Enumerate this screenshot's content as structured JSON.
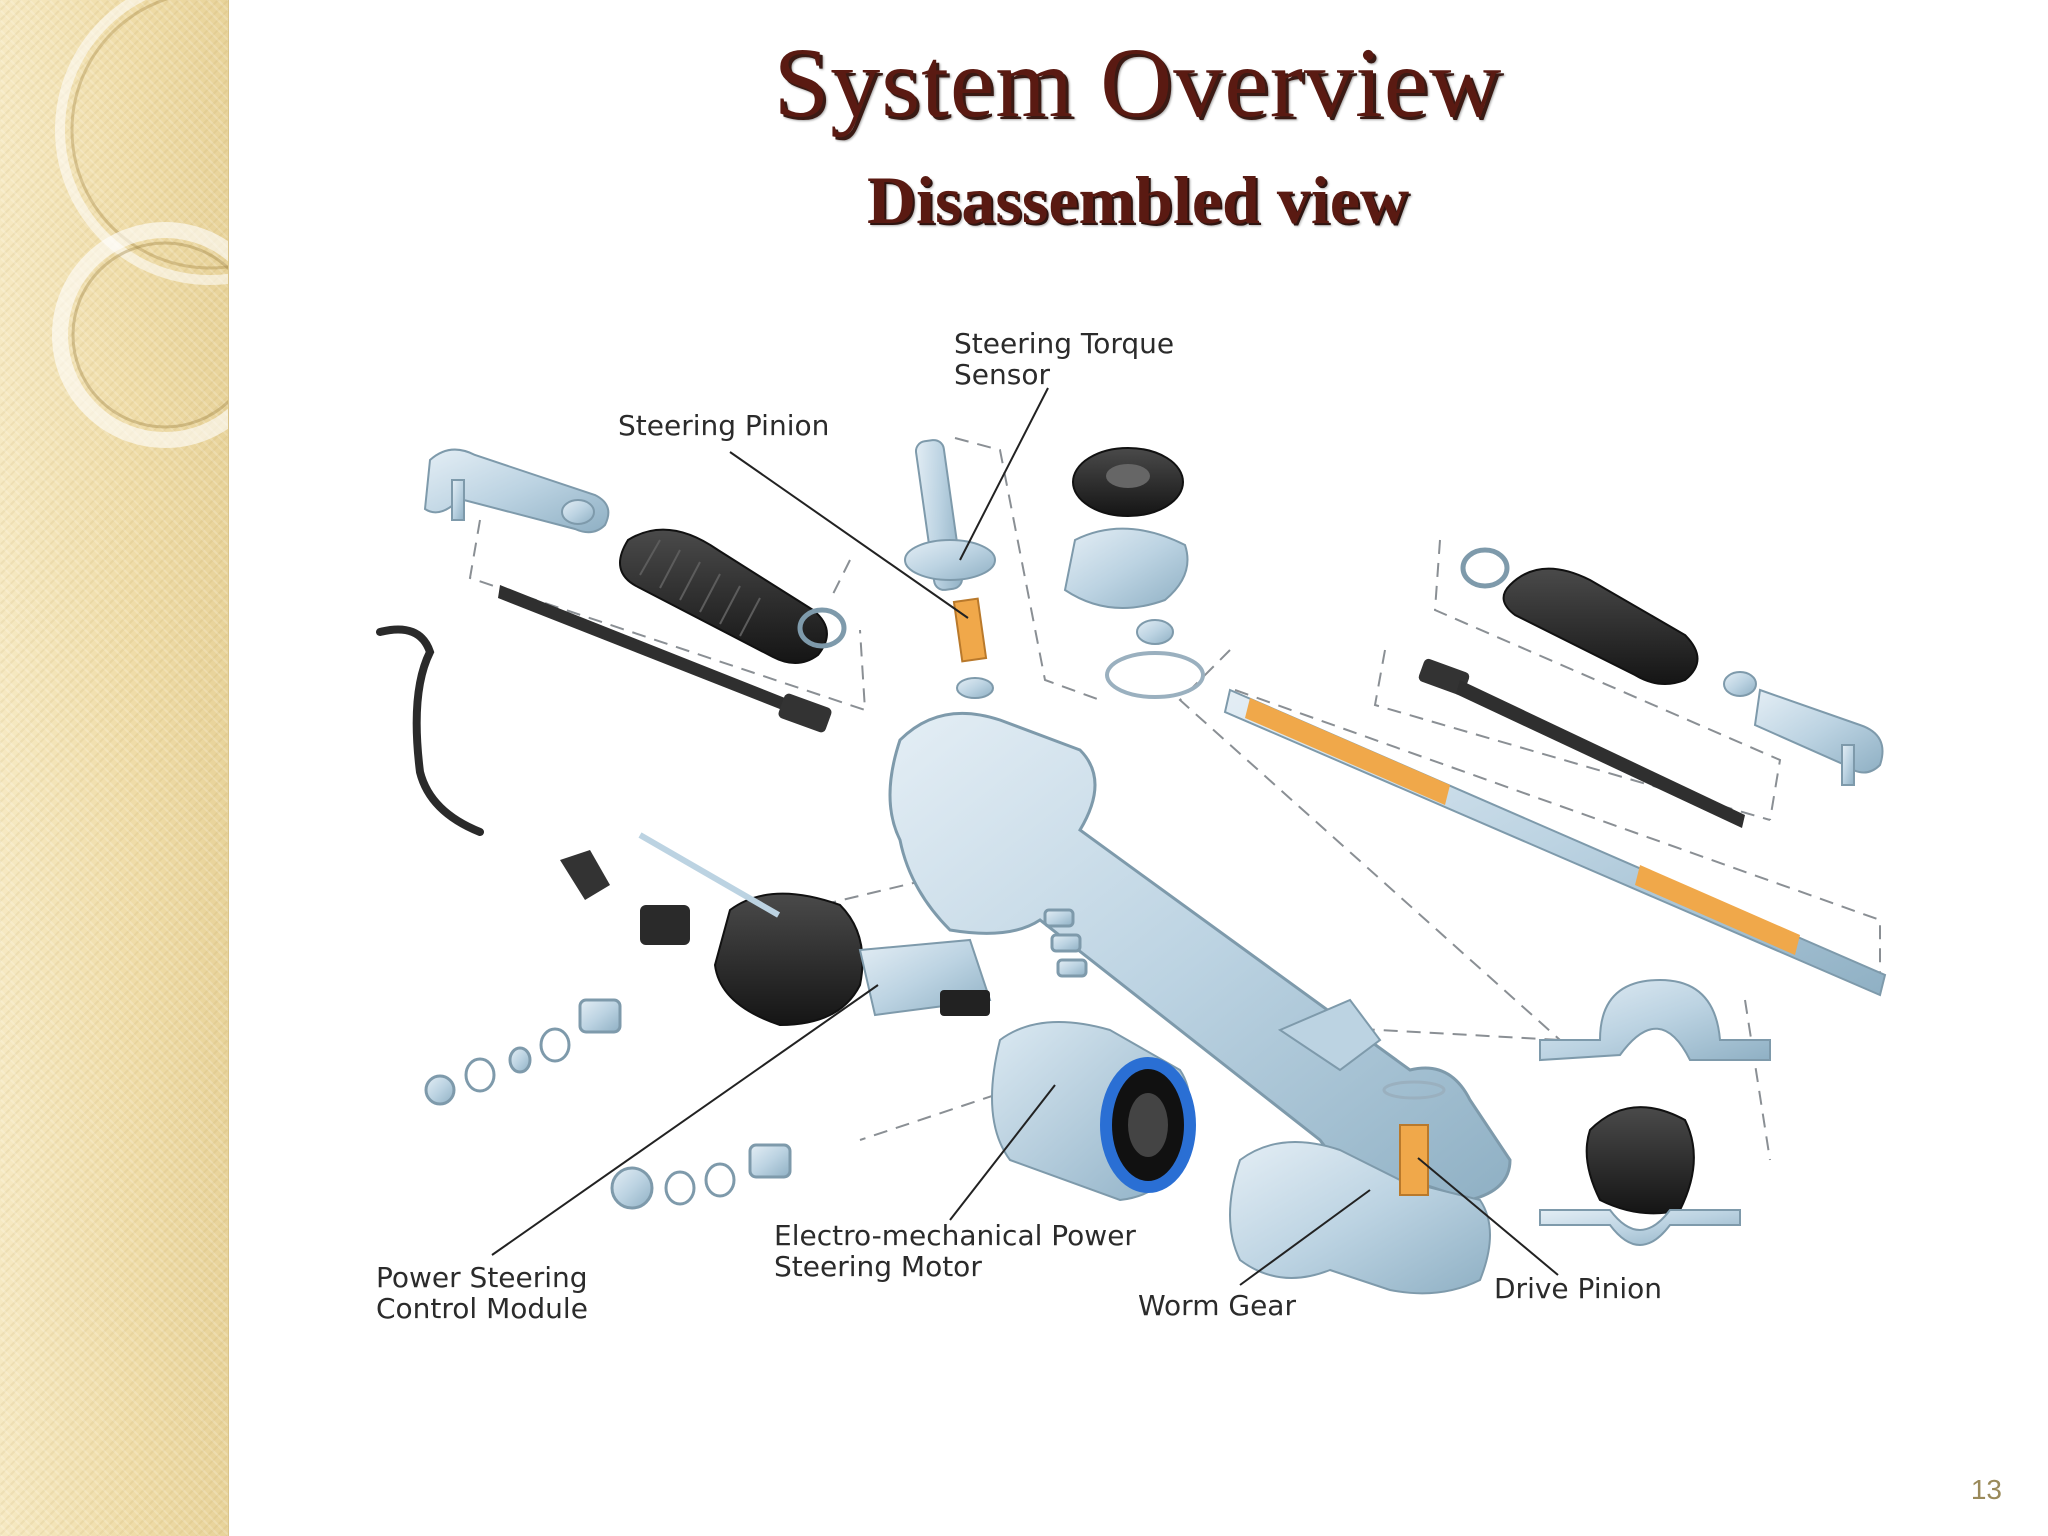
{
  "slide": {
    "title": "System Overview",
    "subtitle": "Disassembled view",
    "page_number": "13"
  },
  "diagram": {
    "labels": {
      "torque_sensor_line1": "Steering Torque",
      "torque_sensor_line2": "Sensor",
      "steering_pinion": "Steering Pinion",
      "control_module_line1": "Power Steering",
      "control_module_line2": "Control Module",
      "motor_line1": "Electro-mechanical Power",
      "motor_line2": "Steering Motor",
      "worm_gear": "Worm Gear",
      "drive_pinion": "Drive Pinion"
    }
  },
  "colors": {
    "title": "#5a1a12",
    "side_strip": "#f1dfae",
    "part_fill": "#c9dde9",
    "part_stroke": "#7e9aab",
    "rubber": "#2a2a2a",
    "rack_highlight": "#f0a84a",
    "motor_ring": "#2a6fd4"
  }
}
